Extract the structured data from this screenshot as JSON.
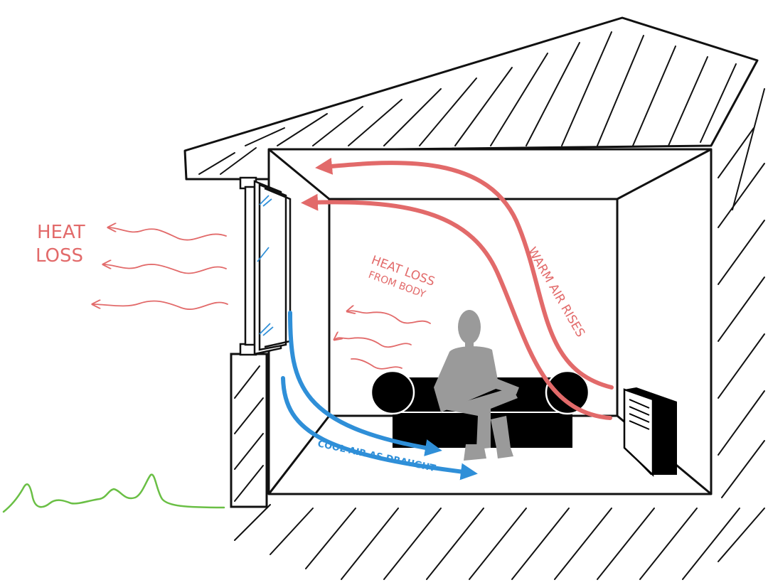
{
  "labels": {
    "heat_loss": [
      "HEAT",
      "LOSS"
    ],
    "heat_loss_from_body": [
      "HEAT LOSS",
      "FROM BODY"
    ],
    "warm_air_rises": "WARM AIR RISES",
    "cool_air_as_draught": "COOL AIR AS DRAUGHT"
  },
  "colors": {
    "outline": "#111111",
    "warm": "#e26a6a",
    "cool": "#2f8fd8",
    "grass": "#6abf45",
    "person": "#9a9a9a",
    "furniture": "#000000",
    "glass": "#2f8fd8"
  },
  "icons": [
    "house-section",
    "window",
    "sofa",
    "seated-person",
    "heater",
    "grass"
  ]
}
